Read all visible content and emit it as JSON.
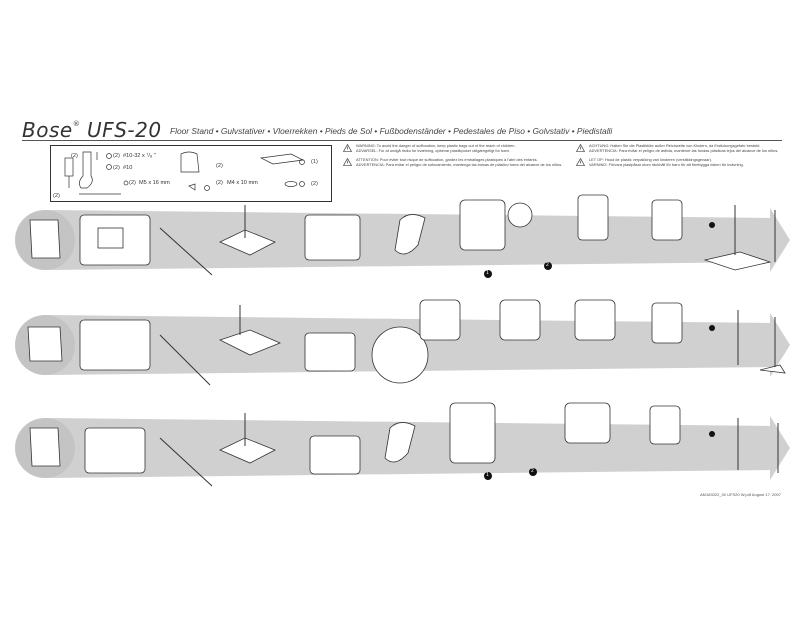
{
  "header": {
    "brand": "Bose",
    "reg_mark": "®",
    "model": "UFS-20",
    "subtitle": "Floor Stand • Gulvstativer • Vloerrekken • Pieds de Sol • Fußbodenständer • Pedestales de Piso • Golvstativ • Piedistalli"
  },
  "parts": {
    "screw_a": "#10-32 x ⁷/₈ \"",
    "screw_b": "#10",
    "qty_2": "(2)",
    "qty_1": "(1)",
    "m5": "M5 x 16 mm",
    "m4": "M4 x 10 mm"
  },
  "warnings": [
    {
      "lines": [
        "WARNING: To avoid the danger of suffocation, keep plastic bags out of the reach of children.",
        "ADVARSEL: For at undgå risiko for kvælning, opbevar plastikposer utilgængeligt for børn."
      ]
    },
    {
      "lines": [
        "ATTENTION: Pour éviter tout risque de suffocation, gardez les emballages plastiques à l'abri des enfants.",
        "ADVERTENCIA: Para evitar el peligro de sofocamiento, mantenga las bolsas de plástico fuera del alcance de los niños."
      ]
    },
    {
      "lines": [
        "ACHTUNG: Halten Sie die Plastiktüte außer Reichweite von Kindern, da Erstickungsgefahr besteht.",
        "ADVERTENCIA: Para evitar el peligro de asfixia, mantener las fundas plásticas lejos del alcance de los niños."
      ]
    },
    {
      "lines": [
        "LET OP: Houd de plastic verpakking van kinderen (verstikkingsgevaar).",
        "VARNING: Förvara plastpåsar utom räckhåll för barn för att förebygga risken för kvävning."
      ]
    }
  ],
  "callouts": {
    "one": "1",
    "two": "2"
  },
  "footer": "AM183322_00 UFS20 W.pdf     August 17, 2007"
}
